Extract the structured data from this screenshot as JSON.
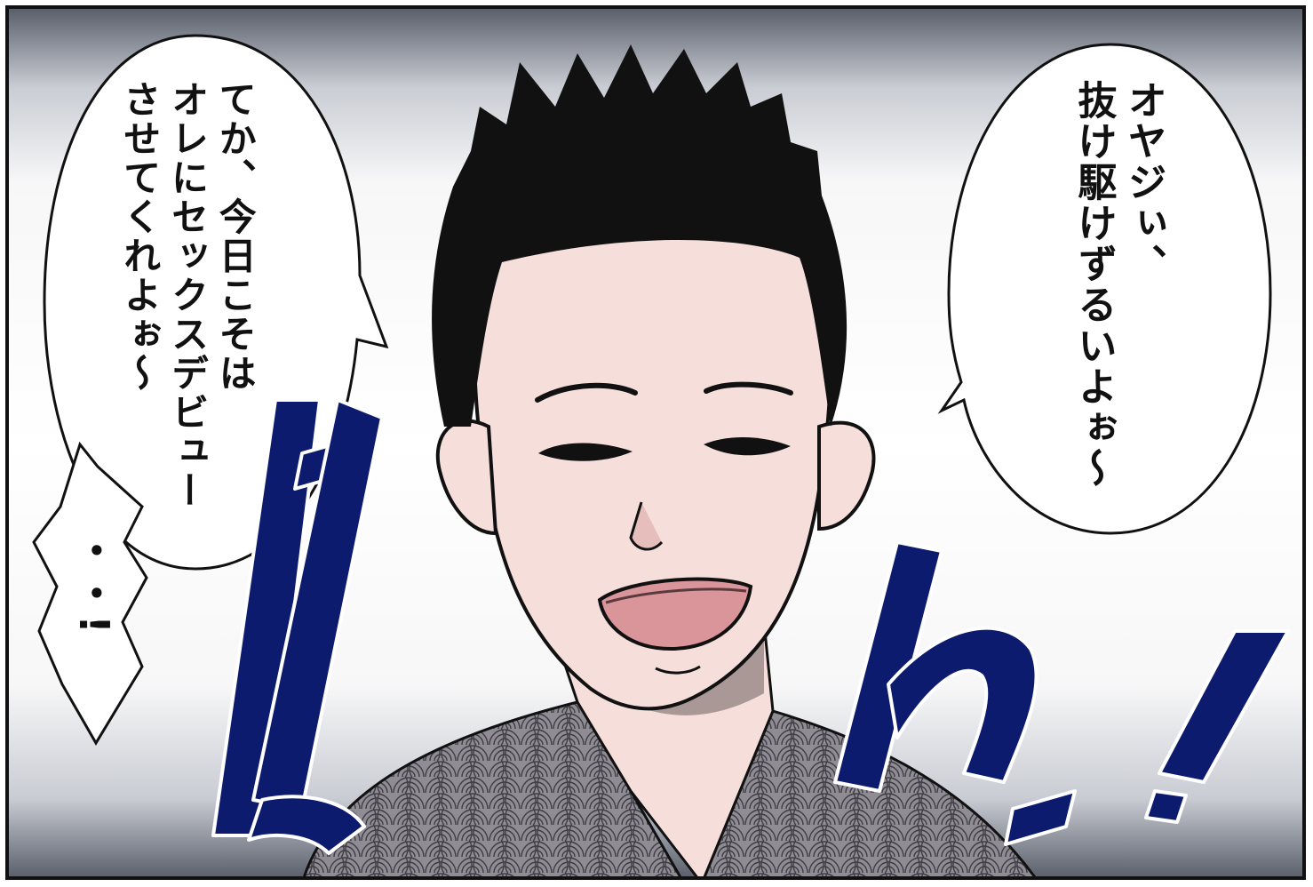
{
  "panel": {
    "colors": {
      "border": "#111111",
      "skin": "#f6dfdb",
      "hair": "#111111",
      "mouth": "#d9959a",
      "sfx": "#0d1b6e",
      "shirt": "#8f8c93"
    },
    "speech_right": {
      "lines": [
        "オヤジぃ、",
        "抜け駆けずるいよぉ〜"
      ]
    },
    "speech_left": {
      "lines": [
        "てか、今日こそは",
        "オレにセックスデビュー",
        "させてくれよぉ〜"
      ]
    },
    "burst": {
      "text": "・・!"
    },
    "sfx": {
      "text": "ばんっ!"
    }
  }
}
